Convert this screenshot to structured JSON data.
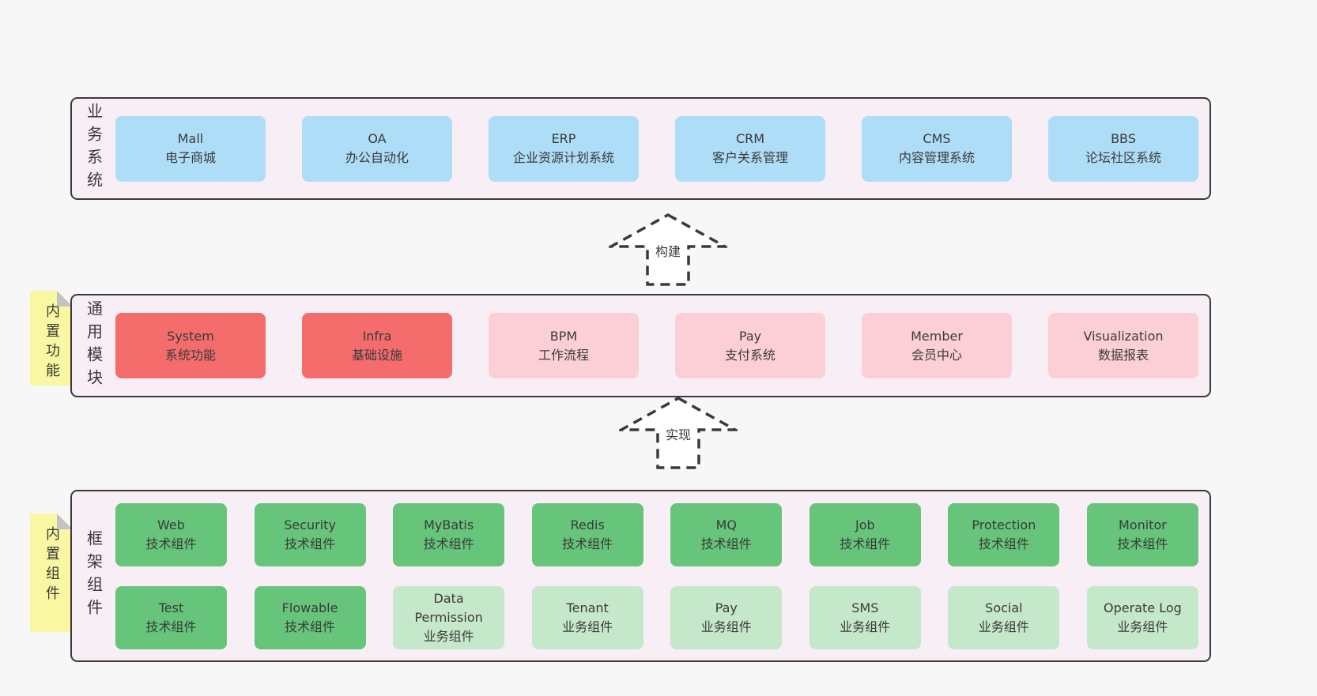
{
  "palette": {
    "page_bg": "#f7f7f7",
    "panel_bg": "#f8eef6",
    "panel_border": "#3a3a3a",
    "blue": "#aeddf7",
    "red": "#f56c6c",
    "pink": "#fccfd6",
    "green": "#66c57a",
    "lightgreen": "#c5e8ca",
    "note_bg": "#f9f7a1",
    "note_fold": "#c3c3c3",
    "text": "#3a3a3a"
  },
  "sections": [
    {
      "id": "business",
      "side_label": "业务系统",
      "note": null,
      "rows": [
        [
          {
            "en": "Mall",
            "zh": "电子商城",
            "variant": "blue"
          },
          {
            "en": "OA",
            "zh": "办公自动化",
            "variant": "blue"
          },
          {
            "en": "ERP",
            "zh": "企业资源计划系统",
            "variant": "blue"
          },
          {
            "en": "CRM",
            "zh": "客户关系管理",
            "variant": "blue"
          },
          {
            "en": "CMS",
            "zh": "内容管理系统",
            "variant": "blue"
          },
          {
            "en": "BBS",
            "zh": "论坛社区系统",
            "variant": "blue"
          }
        ]
      ]
    },
    {
      "id": "modules",
      "side_label": "通用模块",
      "note": "内置功能",
      "rows": [
        [
          {
            "en": "System",
            "zh": "系统功能",
            "variant": "red"
          },
          {
            "en": "Infra",
            "zh": "基础设施",
            "variant": "red"
          },
          {
            "en": "BPM",
            "zh": "工作流程",
            "variant": "pink"
          },
          {
            "en": "Pay",
            "zh": "支付系统",
            "variant": "pink"
          },
          {
            "en": "Member",
            "zh": "会员中心",
            "variant": "pink"
          },
          {
            "en": "Visualization",
            "zh": "数据报表",
            "variant": "pink"
          }
        ]
      ]
    },
    {
      "id": "components",
      "side_label": "框架组件",
      "note": "内置组件",
      "rows": [
        [
          {
            "en": "Web",
            "zh": "技术组件",
            "variant": "green"
          },
          {
            "en": "Security",
            "zh": "技术组件",
            "variant": "green"
          },
          {
            "en": "MyBatis",
            "zh": "技术组件",
            "variant": "green"
          },
          {
            "en": "Redis",
            "zh": "技术组件",
            "variant": "green"
          },
          {
            "en": "MQ",
            "zh": "技术组件",
            "variant": "green"
          },
          {
            "en": "Job",
            "zh": "技术组件",
            "variant": "green"
          },
          {
            "en": "Protection",
            "zh": "技术组件",
            "variant": "green"
          },
          {
            "en": "Monitor",
            "zh": "技术组件",
            "variant": "green"
          }
        ],
        [
          {
            "en": "Test",
            "zh": "技术组件",
            "variant": "green"
          },
          {
            "en": "Flowable",
            "zh": "技术组件",
            "variant": "green"
          },
          {
            "en": "Data Permission",
            "zh": "业务组件",
            "variant": "lightgreen"
          },
          {
            "en": "Tenant",
            "zh": "业务组件",
            "variant": "lightgreen"
          },
          {
            "en": "Pay",
            "zh": "业务组件",
            "variant": "lightgreen"
          },
          {
            "en": "SMS",
            "zh": "业务组件",
            "variant": "lightgreen"
          },
          {
            "en": "Social",
            "zh": "业务组件",
            "variant": "lightgreen"
          },
          {
            "en": "Operate Log",
            "zh": "业务组件",
            "variant": "lightgreen"
          }
        ]
      ]
    }
  ],
  "arrows": [
    {
      "label": "构建"
    },
    {
      "label": "实现"
    }
  ]
}
